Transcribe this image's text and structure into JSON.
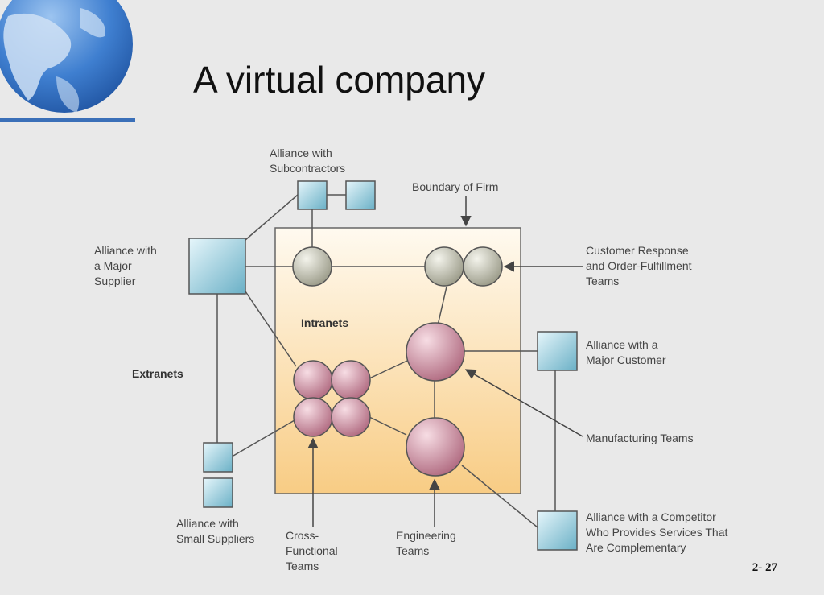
{
  "title": "A virtual company",
  "page_number": "2- 27",
  "labels": {
    "alliance_subcontractors": [
      "Alliance with",
      "Subcontractors"
    ],
    "boundary_of_firm": "Boundary of Firm",
    "alliance_major_supplier": [
      "Alliance with",
      "a Major",
      "Supplier"
    ],
    "customer_response": [
      "Customer Response",
      "and Order-Fulfillment",
      "Teams"
    ],
    "intranets": "Intranets",
    "extranets": "Extranets",
    "alliance_major_customer": [
      "Alliance with a",
      "Major Customer"
    ],
    "manufacturing_teams": "Manufacturing Teams",
    "alliance_competitor": [
      "Alliance with a Competitor",
      "Who Provides Services That",
      "Are Complementary"
    ],
    "alliance_small_suppliers": [
      "Alliance with",
      "Small Suppliers"
    ],
    "cross_functional": [
      "Cross-",
      "Functional",
      "Teams"
    ],
    "engineering_teams": [
      "Engineering",
      "Teams"
    ]
  }
}
